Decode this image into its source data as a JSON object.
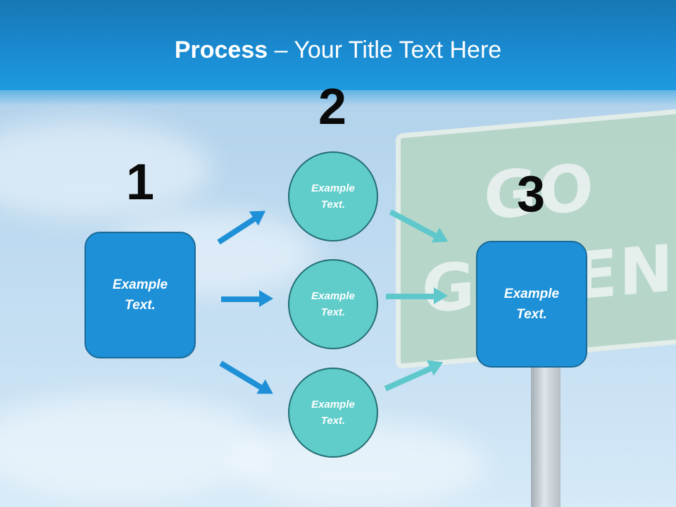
{
  "title": {
    "bold": "Process",
    "rest": " – Your Title Text Here"
  },
  "sign": {
    "line1": "GO",
    "line2": "GREEN"
  },
  "steps": [
    {
      "number": "1",
      "label": "Example\nText."
    },
    {
      "number": "2",
      "items": [
        "Example\nText.",
        "Example\nText.",
        "Example\nText."
      ]
    },
    {
      "number": "3",
      "label": "Example\nText."
    }
  ],
  "colors": {
    "title_band": "#1a8ad0",
    "box": "#1e90d8",
    "circle": "#60cdca",
    "arrow_blue": "#1e90d8",
    "arrow_teal": "#5fc8cc"
  }
}
